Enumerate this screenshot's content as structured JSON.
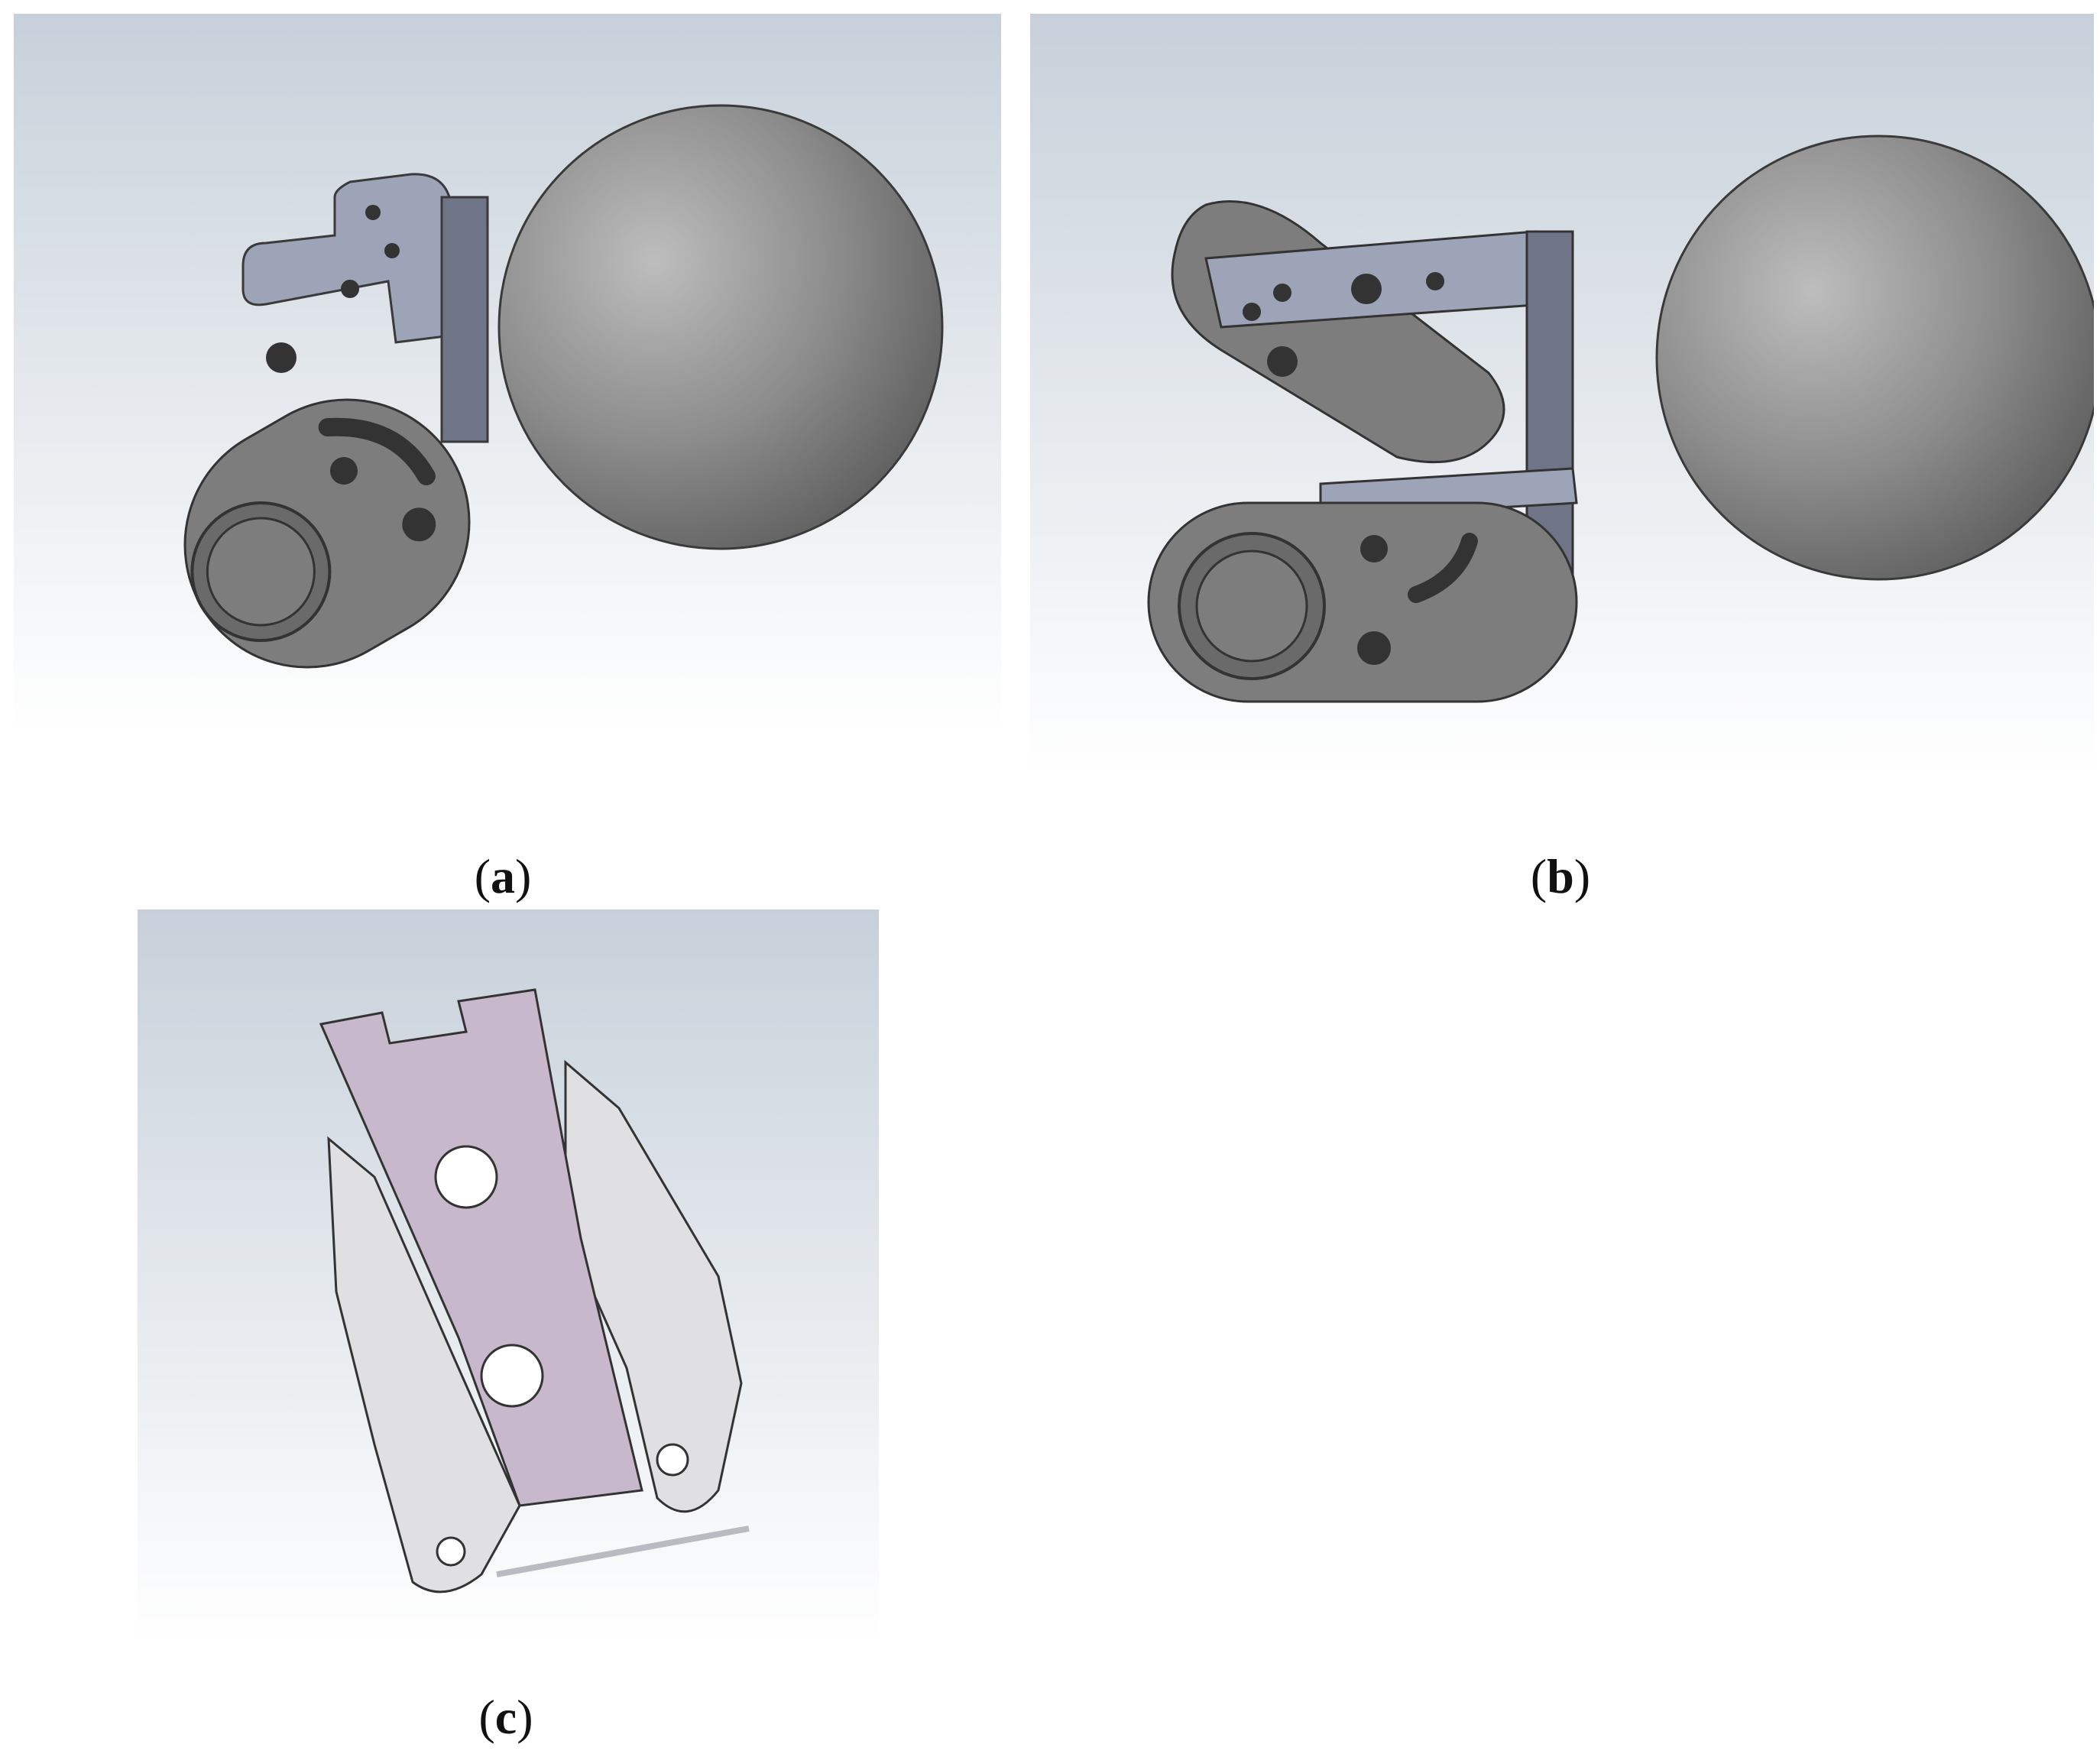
{
  "figure": {
    "panels": [
      {
        "id": "a",
        "open": "(",
        "letter": "a",
        "close": ")"
      },
      {
        "id": "b",
        "open": "(",
        "letter": "b",
        "close": ")"
      },
      {
        "id": "c",
        "open": "(",
        "letter": "c",
        "close": ")"
      }
    ]
  },
  "colors": {
    "background_top": "#c9d2dc",
    "background_bottom": "#ffffff",
    "part_gray": "#7d7d7d",
    "bracket_bluegray": "#9ea4b8",
    "sphere_gray": "#8a8a8a",
    "bracket_lilac": "#c8b8cc",
    "bracket_light": "#e0e0e2"
  }
}
